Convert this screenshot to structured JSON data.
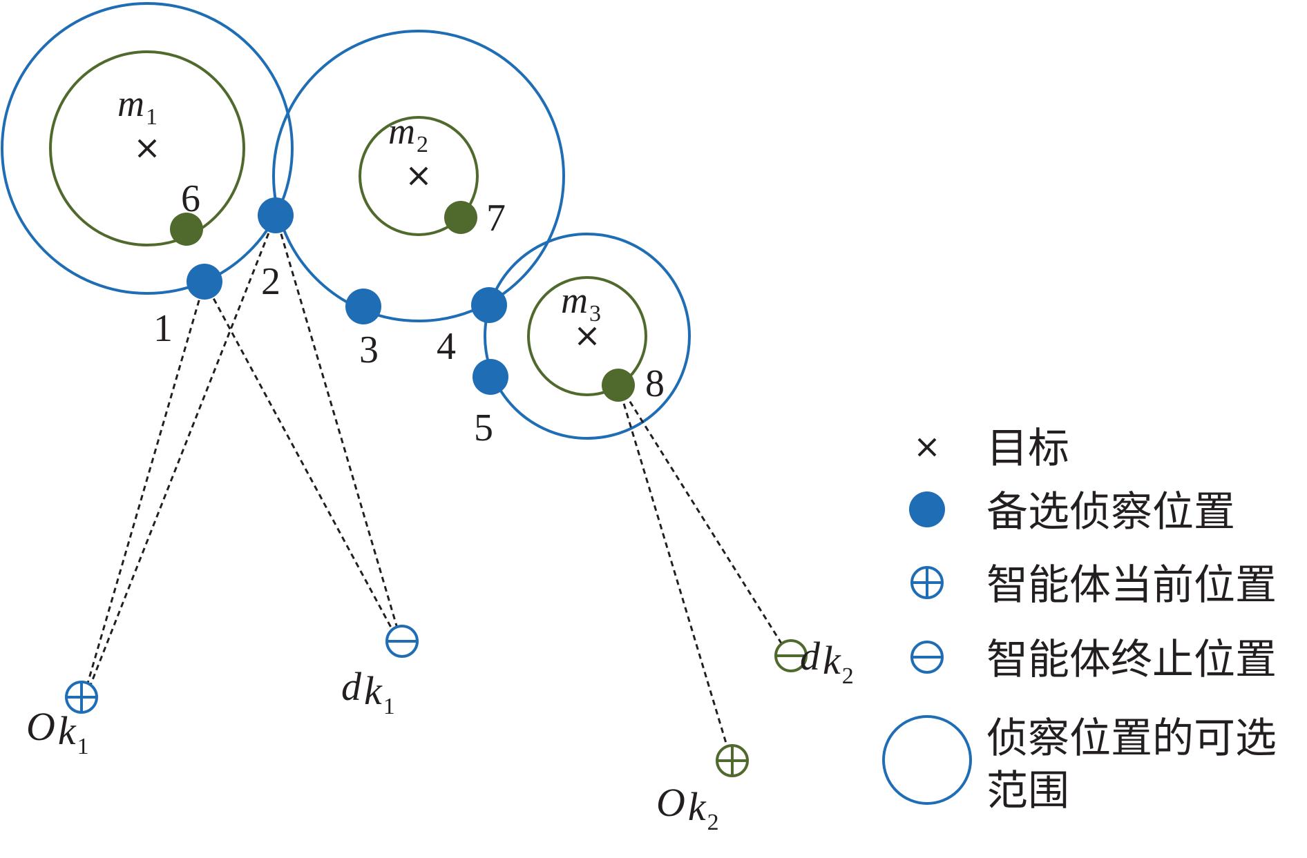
{
  "colors": {
    "blue": "#1f6db4",
    "green": "#4f6a2c",
    "dark": "#231f20"
  },
  "targets": [
    {
      "name": "m",
      "sub": "1"
    },
    {
      "name": "m",
      "sub": "2"
    },
    {
      "name": "m",
      "sub": "3"
    }
  ],
  "positions": [
    "1",
    "2",
    "3",
    "4",
    "5",
    "6",
    "7",
    "8"
  ],
  "agents": [
    {
      "start": {
        "name": "O",
        "k": "k",
        "sub": "1"
      },
      "end": {
        "name": "d",
        "k": "k",
        "sub": "1"
      }
    },
    {
      "start": {
        "name": "O",
        "k": "k",
        "sub": "2"
      },
      "end": {
        "name": "d",
        "k": "k",
        "sub": "2"
      }
    }
  ],
  "legend": {
    "target": "目标",
    "candidate": "备选侦察位置",
    "agent_current": "智能体当前位置",
    "agent_end": "智能体终止位置",
    "range_line1": "侦察位置的可选",
    "range_line2": "范围"
  },
  "icons": {
    "target": "cross-icon",
    "candidate": "filled-circle-icon",
    "agent_current": "circle-plus-icon",
    "agent_end": "circle-minus-icon",
    "range": "open-circle-icon"
  }
}
